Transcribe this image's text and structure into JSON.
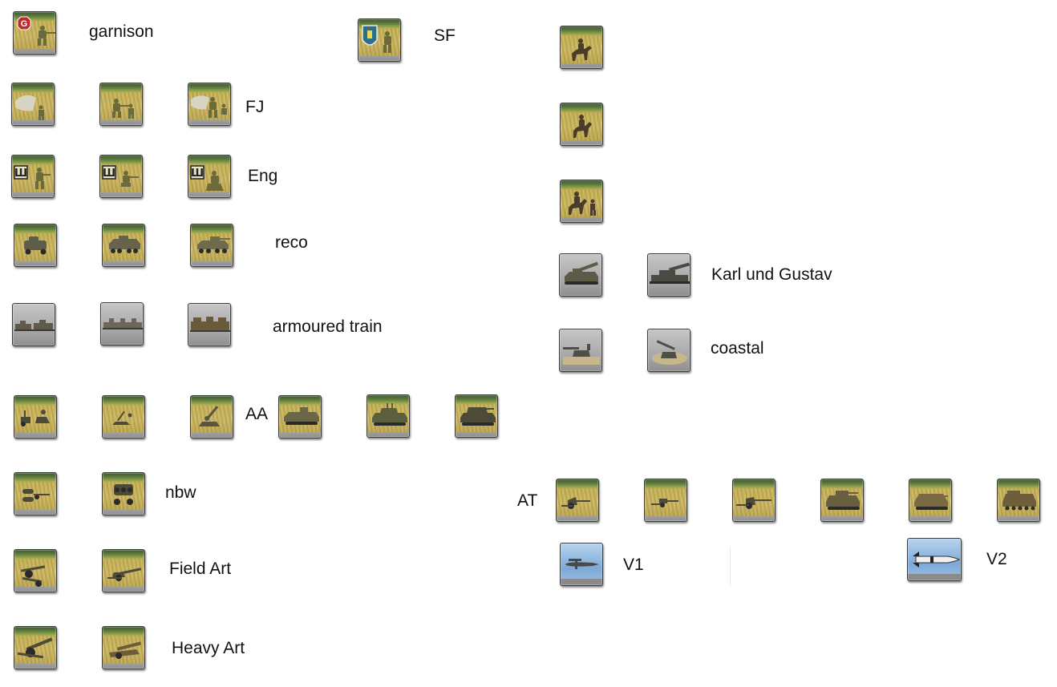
{
  "labels": {
    "garnison": "garnison",
    "sf": "SF",
    "fj": "FJ",
    "eng": "Eng",
    "reco": "reco",
    "armoured_train": "armoured train",
    "aa": "AA",
    "nbw": "nbw",
    "field_art": "Field Art",
    "heavy_art": "Heavy Art",
    "karl_und_gustav": "Karl und Gustav",
    "coastal": "coastal",
    "at": "AT",
    "v1": "V1",
    "v2": "V2"
  },
  "badges": {
    "garrison": "G",
    "engineer": "Ш"
  },
  "colors": {
    "grass": "#cdb766",
    "treeline": "#3e5a30",
    "unit_olive": "#6b6a3a",
    "unit_gray": "#5e5e5e",
    "garrison_badge": "#c0282b",
    "sf_shield": "#2d6f86"
  },
  "icons": [
    "garrison-infantry-icon",
    "special-forces-icon",
    "cavalry-icon",
    "paratrooper-icon",
    "engineer-icon",
    "armored-car-icon",
    "armored-train-icon",
    "towed-aa-gun-icon",
    "self-propelled-aa-icon",
    "rocket-launcher-icon",
    "field-artillery-icon",
    "heavy-artillery-icon",
    "railway-gun-icon",
    "coastal-gun-icon",
    "anti-tank-gun-icon",
    "tank-destroyer-icon",
    "v1-flying-bomb-icon",
    "v2-rocket-icon"
  ]
}
